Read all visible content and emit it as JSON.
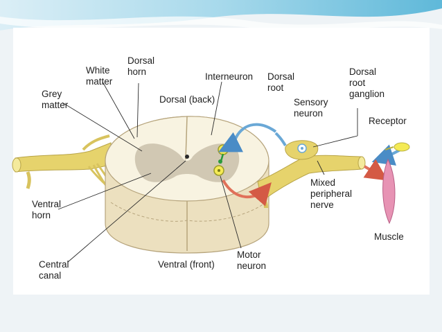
{
  "slide": {
    "accent_color": "#5ab8d8",
    "panel_color": "#ffffff"
  },
  "diagram": {
    "colors": {
      "tissue": "#f6f0dc",
      "grey_matter": "#cfc5b0",
      "side_shade": "#ece0bf",
      "nerve": "#e8d770",
      "sensory_arrow": "#6aa8d6",
      "motor_arrow": "#e0715a",
      "muscle": "#e793b4",
      "receptor": "#f4ea55"
    },
    "labels": {
      "grey_matter": [
        "Grey",
        "matter"
      ],
      "white_matter": [
        "White",
        "matter"
      ],
      "dorsal_horn": [
        "Dorsal",
        "horn"
      ],
      "interneuron": "Interneuron",
      "dorsal_root": [
        "Dorsal",
        "root"
      ],
      "dorsal_back": "Dorsal (back)",
      "sensory_neuron": [
        "Sensory",
        "neuron"
      ],
      "dorsal_root_ganglion": [
        "Dorsal",
        "root",
        "ganglion"
      ],
      "receptor": "Receptor",
      "ventral_horn": [
        "Ventral",
        "horn"
      ],
      "central_canal": [
        "Central",
        "canal"
      ],
      "ventral_front": "Ventral (front)",
      "motor_neuron": [
        "Motor",
        "neuron"
      ],
      "mixed_peripheral_nerve": [
        "Mixed",
        "peripheral",
        "nerve"
      ],
      "muscle": "Muscle"
    }
  }
}
